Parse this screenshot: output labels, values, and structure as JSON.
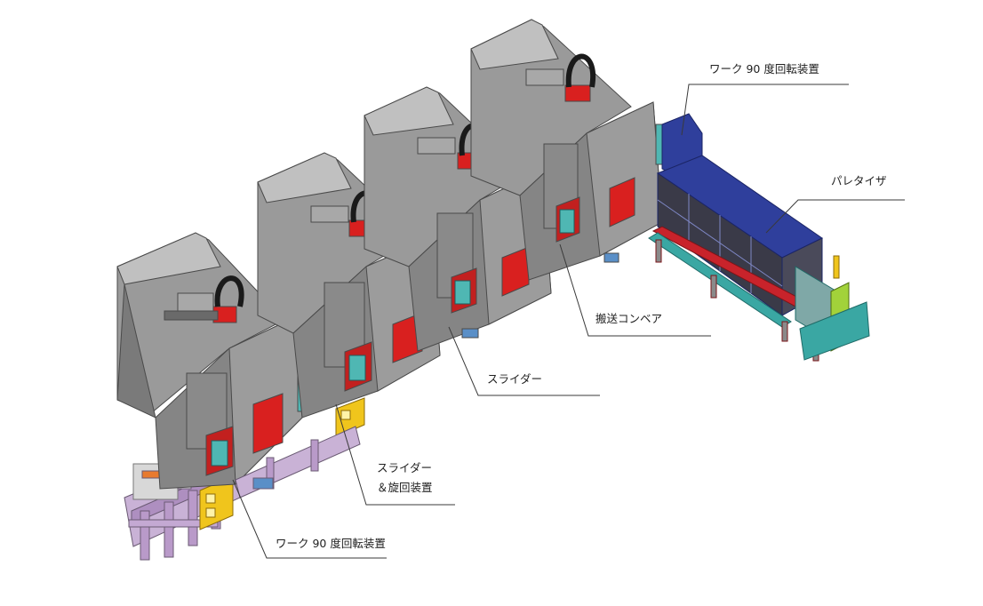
{
  "labels": {
    "rotator_top": "ワーク 90 度回転装置",
    "palletizer": "パレタイザ",
    "conveyor": "搬送コンベア",
    "slider_mid": "スライダー",
    "slider_rot_line1": "スライダー",
    "slider_rot_line2": "＆旋回装置",
    "rotator_bottom": "ワーク 90 度回転装置"
  },
  "colors": {
    "machine_body": "#8f8f8f",
    "machine_shadow": "#6e6e6e",
    "machine_light": "#b9b9b9",
    "accent_red": "#d9201f",
    "door_teal": "#4fb7b3",
    "palletizer_blue": "#2f3f9c",
    "frame_teal": "#3aa7a3",
    "frame_red": "#c8232b",
    "fixture_yellow": "#f0c51c",
    "frame_lilac": "#b99ac9",
    "leader_line": "#3a3a3a"
  }
}
